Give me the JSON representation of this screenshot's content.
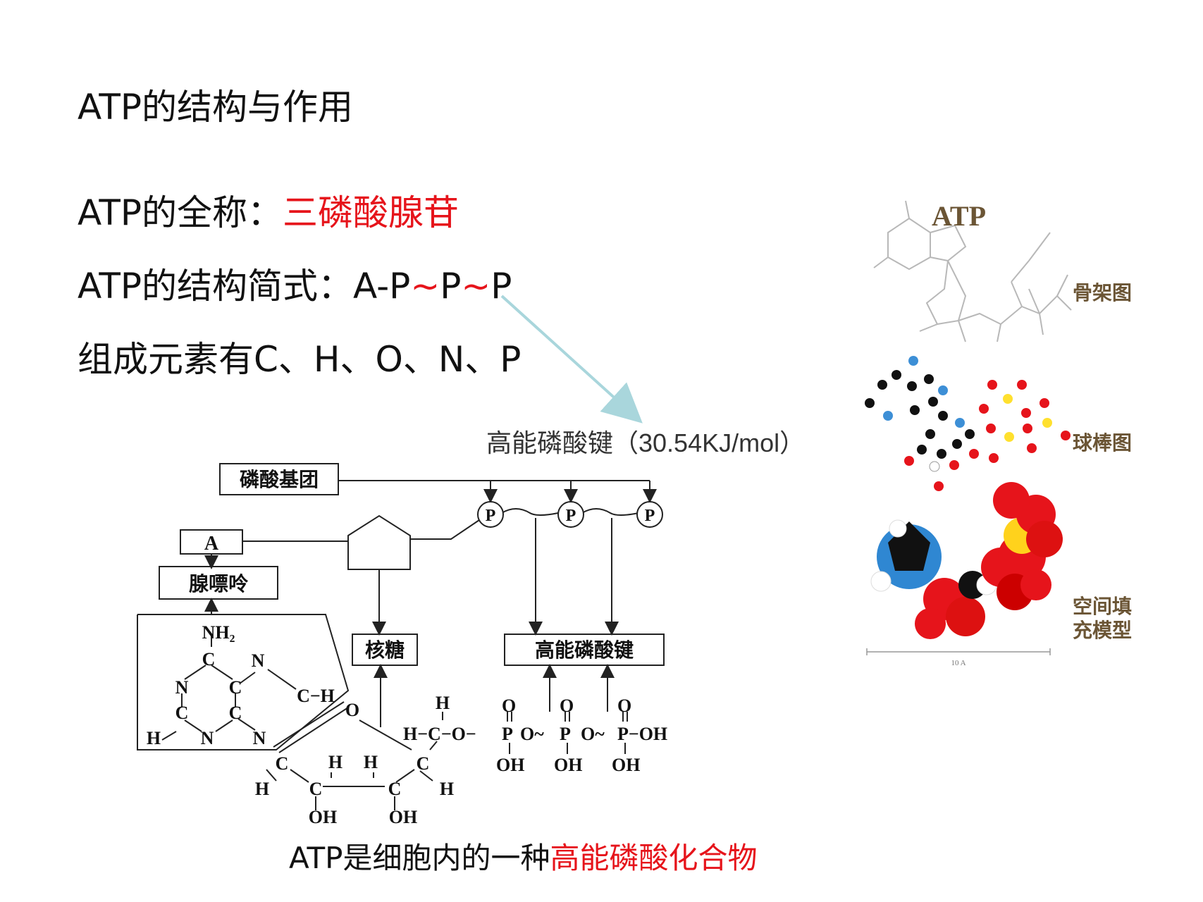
{
  "slide": {
    "title": "ATP的结构与作用",
    "full_name_label": "ATP的全称：",
    "full_name_value": "三磷酸腺苷",
    "formula_label": "ATP的结构简式：",
    "formula_parts": [
      "A-P",
      "~",
      "P",
      "~",
      "P"
    ],
    "elements": "组成元素有C、H、O、N、P",
    "bond_label": "高能磷酸键（30.54KJ/mol）",
    "bottom_prefix": "ATP是细胞内的一种",
    "bottom_highlight": "高能磷酸化合物"
  },
  "structure_diagram": {
    "phosphate_group_box": "磷酸基团",
    "a_box": "A",
    "adenine_box": "腺嘌呤",
    "ribose_box": "核糖",
    "high_energy_bond_box": "高能磷酸键",
    "phosphate_symbol": "P",
    "atoms": {
      "nh2": "NH₂",
      "c": "C",
      "n": "N",
      "h": "H",
      "o": "O",
      "oh": "OH",
      "ch": "C−H",
      "hc": "H−C−O−",
      "p": "P",
      "o_tilde": "O~",
      "o_minus": "O−",
      "p_oh": "P−OH"
    }
  },
  "right_panel": {
    "atp_label": "ATP",
    "skeleton_label": "骨架图",
    "ball_stick_label": "球棒图",
    "space_fill_label_1": "空间填",
    "space_fill_label_2": "充模型",
    "scale_label": "10 A"
  },
  "colors": {
    "highlight_red": "#e6141b",
    "arrow_teal": "#a9d6dc",
    "label_brown": "#6b5535"
  }
}
